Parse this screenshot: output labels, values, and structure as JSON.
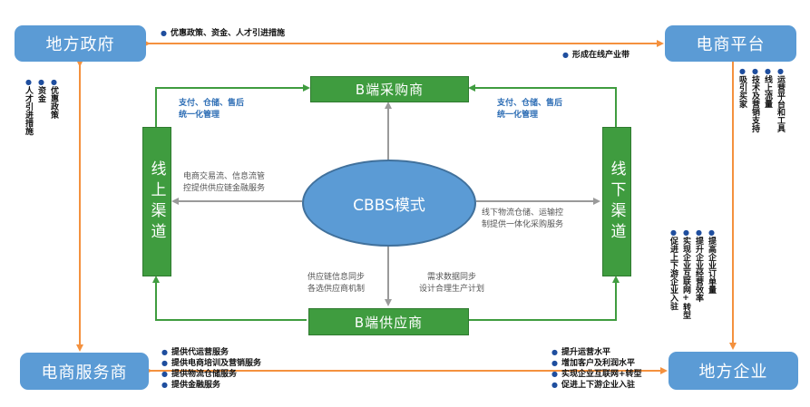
{
  "nodes": {
    "local_government": "地方政府",
    "ecommerce_platform": "电商平台",
    "ecommerce_service": "电商服务商",
    "local_enterprise": "地方企业",
    "b_purchaser": "B端采购商",
    "b_supplier": "B端供应商",
    "online_channel": "线上渠道",
    "offline_channel": "线下渠道",
    "center": "CBBS模式"
  },
  "notes": {
    "top_left_blue": [
      "支付、仓储、售后",
      "统一化管理"
    ],
    "top_right_blue": [
      "支付、仓储、售后",
      "统一化管理"
    ],
    "left_middle": [
      "电商交易流、信息流管",
      "控提供供应链金融服务"
    ],
    "right_middle": [
      "线下物流仓储、运输控",
      "制提供一体化采购服务"
    ],
    "bottom_left": [
      "供应链信息同步",
      "各选供应商机制"
    ],
    "bottom_right": [
      "需求数据同步",
      "设计合理生产计划"
    ]
  },
  "gov_platform_top": [
    "优惠政策、资金、人才引进措施"
  ],
  "platform_gov_mid": [
    "形成在线产业带"
  ],
  "gov_service_vertical": [
    "优惠政策",
    "资金",
    "人才引进措施"
  ],
  "platform_enterprise_vertical": [
    "运营平台和工具",
    "线上流量",
    "技术及营销支持",
    "吸引买家"
  ],
  "enterprise_platform_vertical": [
    "提高企业订单量",
    "提升企业经营效率",
    "实现企业互联网+转型",
    "促进上下游企业入驻"
  ],
  "service_to_enterprise": [
    "提供代运营服务",
    "提供电商培训及营销服务",
    "提供物流仓储服务",
    "提供金融服务"
  ],
  "enterprise_to_service": [
    "提升运营水平",
    "增加客户及利润水平",
    "实现企业互联网+转型",
    "促进上下游企业入驻"
  ],
  "colors": {
    "node_blue": "#5b9bd5",
    "channel_green": "#3f9c3f",
    "orange_arrow": "#f4913e",
    "green_arrow": "#3f9c3f",
    "gray_arrow": "#9a9a9a",
    "note_blue": "#2e6eb5",
    "bullet": "#1f4e9e"
  }
}
